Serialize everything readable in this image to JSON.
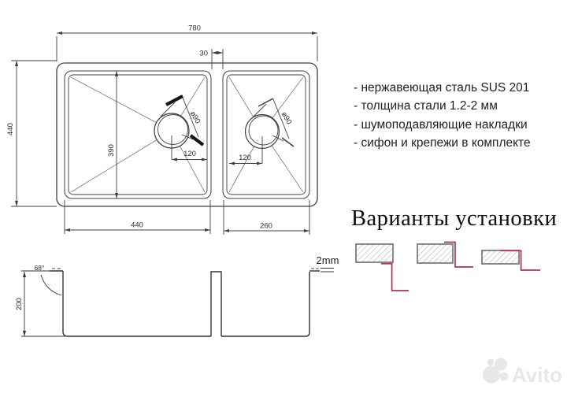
{
  "top_view": {
    "dim_overall_width": "780",
    "dim_overall_depth": "440",
    "dim_gap": "30",
    "dim_bowl_depth": "390",
    "dim_left_drain": "ø90",
    "dim_right_drain": "ø90",
    "dim_left_drain_offset": "120",
    "dim_right_drain_offset": "120",
    "dim_left_bowl_width": "440",
    "dim_right_bowl_width": "260"
  },
  "side_view": {
    "dim_depth": "200",
    "dim_corner_angle": "68°",
    "dim_rim_thickness": "2mm"
  },
  "specs": {
    "line1": "- нержавеющая сталь SUS 201",
    "line2": "- толщина стали 1.2-2 мм",
    "line3": "- шумоподавляющие накладки",
    "line4": "- сифон и крепежи в комплекте"
  },
  "installation": {
    "title": "Варианты установки"
  },
  "watermark": {
    "brand": "Avito"
  },
  "colors": {
    "line": "#3f3f3f",
    "accent_red": "#a83550",
    "hatch_border": "#7c7c7c",
    "hatch_line": "#aeaeae",
    "watermark": "#e7e7e7"
  }
}
